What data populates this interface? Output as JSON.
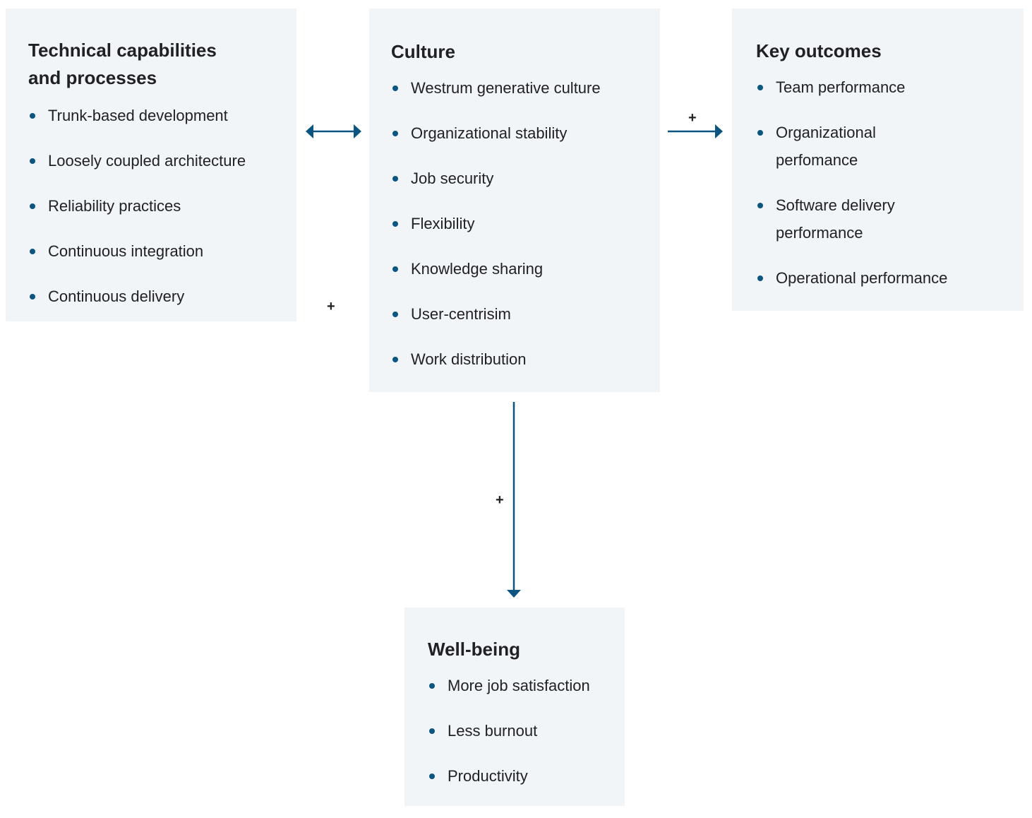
{
  "technical": {
    "title_line1": "Technical capabilities",
    "title_line2": "and processes",
    "items": [
      "Trunk-based development",
      "Loosely coupled architecture",
      "Reliability practices",
      "Continuous integration",
      "Continuous delivery"
    ]
  },
  "culture": {
    "title": "Culture",
    "items": [
      "Westrum generative culture",
      "Organizational stability",
      "Job security",
      "Flexibility",
      "Knowledge sharing",
      "User-centrisim",
      "Work distribution"
    ]
  },
  "outcomes": {
    "title": "Key outcomes",
    "items": [
      "Team performance",
      "Organizational perfomance",
      "Software delivery performance",
      "Operational performance"
    ]
  },
  "wellbeing": {
    "title": "Well-being",
    "items": [
      "More job satisfaction",
      "Less burnout",
      "Productivity"
    ]
  },
  "connectors": {
    "tech_culture_sign": "+",
    "culture_outcomes_sign": "+",
    "culture_wellbeing_sign": "+"
  },
  "colors": {
    "box_background": "#f2f5f8",
    "accent": "#0b5580",
    "text": "#202124"
  }
}
